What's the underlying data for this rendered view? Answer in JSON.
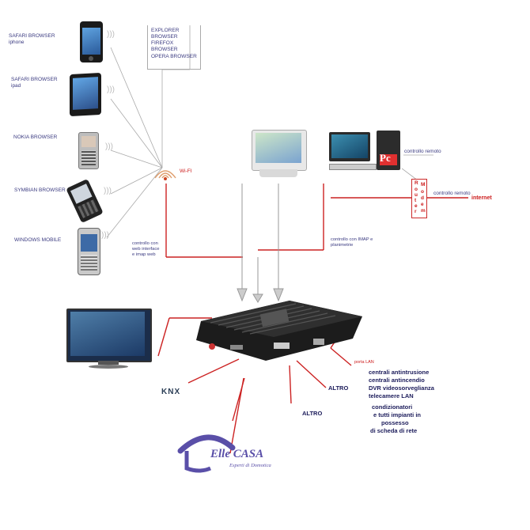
{
  "devices": {
    "safari_iphone": {
      "line1": "SAFARI BROWSER",
      "line2": "iphone"
    },
    "safari_ipad": {
      "line1": "SAFARI BROWSER",
      "line2": "ipad"
    },
    "nokia": "NOKIA BROWSER",
    "symbian": "SYMBIAN BROWSER",
    "windows_mobile": "WINDOWS MOBILE"
  },
  "browsers": [
    "EXPLORER BROWSER",
    "FIREFOX BROWSER",
    "OPERA BROWSER"
  ],
  "wifi_label": "Wi-FI",
  "remote_control_1": "controllo remoto",
  "remote_control_2": "controllo remoto",
  "internet_label": "internet",
  "router_letters": [
    "R",
    "o",
    "u",
    "t",
    "e",
    "r"
  ],
  "modem_letters": [
    "M",
    "o",
    "d",
    "e",
    "m"
  ],
  "pc_logo": "Pc",
  "web_control": {
    "line1": "controllo con",
    "line2": "web interface",
    "line3": "e imap web"
  },
  "imap_control": {
    "line1": "controllo con IMAP e",
    "line2": "planimetrie"
  },
  "porta_lan": "porta LAN",
  "knx": "KNX",
  "altro_1": "ALTRO",
  "altro_2": "ALTRO",
  "lan_devices": [
    "centrali antintrusione",
    "centrali antincendio",
    "DVR videosorveglianza",
    "telecamere LAN"
  ],
  "other_devices": [
    "condizionatori",
    "e tutti impianti in",
    "possesso",
    "di scheda di rete"
  ],
  "logo": {
    "main": "Elle CASA",
    "sub": "Esperti di Domotica"
  },
  "colors": {
    "accent_red": "#cc1a1a",
    "text_blue": "#3a3a80",
    "logo_purple": "#5a4fa8"
  }
}
